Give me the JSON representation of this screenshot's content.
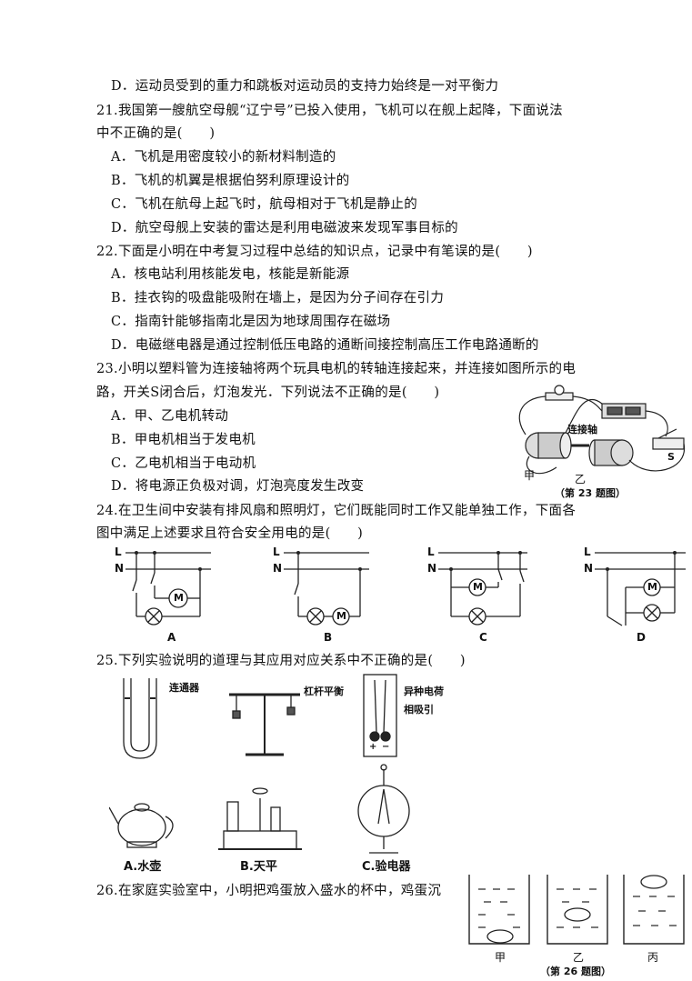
{
  "lines": [
    {
      "id": "l1",
      "cls": "opt",
      "text": "D．运动员受到的重力和跳板对运动员的支持力始终是一对平衡力"
    },
    {
      "id": "l2",
      "cls": "q",
      "text": "21.我国第一艘航空母舰“辽宁号”已投入使用，飞机可以在舰上起降，下面说法"
    },
    {
      "id": "l3",
      "cls": "cont",
      "text": "中不正确的是(　　)"
    },
    {
      "id": "l4",
      "cls": "opt",
      "text": "A．飞机是用密度较小的新材料制造的"
    },
    {
      "id": "l5",
      "cls": "opt",
      "text": "B．飞机的机翼是根据伯努利原理设计的"
    },
    {
      "id": "l6",
      "cls": "opt",
      "text": "C．飞机在航母上起飞时，航母相对于飞机是静止的"
    },
    {
      "id": "l7",
      "cls": "opt",
      "text": "D．航空母舰上安装的雷达是利用电磁波来发现军事目标的"
    },
    {
      "id": "l8",
      "cls": "q",
      "text": "22.下面是小明在中考复习过程中总结的知识点，记录中有笔误的是(　　)"
    },
    {
      "id": "l9",
      "cls": "opt",
      "text": "A．核电站利用核能发电，核能是新能源"
    },
    {
      "id": "l10",
      "cls": "opt",
      "text": "B．挂衣钩的吸盘能吸附在墙上，是因为分子间存在引力"
    },
    {
      "id": "l11",
      "cls": "opt",
      "text": "C．指南针能够指南北是因为地球周围存在磁场"
    },
    {
      "id": "l12",
      "cls": "opt",
      "text": "D．电磁继电器是通过控制低压电路的通断间接控制高压工作电路通断的"
    },
    {
      "id": "l13",
      "cls": "q",
      "text": "23.小明以塑料管为连接轴将两个玩具电机的转轴连接起来，并连接如图所示的电"
    },
    {
      "id": "l14",
      "cls": "cont",
      "text": "路，开关S闭合后，灯泡发光．下列说法不正确的是(　　)"
    },
    {
      "id": "l15",
      "cls": "opt",
      "text": "A．甲、乙电机转动"
    },
    {
      "id": "l16",
      "cls": "opt",
      "text": "B．甲电机相当于发电机"
    },
    {
      "id": "l17",
      "cls": "opt",
      "text": "C．乙电机相当于电动机"
    },
    {
      "id": "l18",
      "cls": "opt",
      "text": "D．将电源正负极对调，灯泡亮度发生改变"
    },
    {
      "id": "l19",
      "cls": "q",
      "text": "24.在卫生间中安装有排风扇和照明灯，它们既能同时工作又能单独工作，下面各"
    },
    {
      "id": "l20",
      "cls": "cont",
      "text": "图中满足上述要求且符合安全用电的是(　　)"
    },
    {
      "id": "l21",
      "cls": "q",
      "text": "25.下列实验说明的道理与其应用对应关系中不正确的是(　　)"
    },
    {
      "id": "l22",
      "cls": "q",
      "text": "26.在家庭实验室中，小明把鸡蛋放入盛水的杯中，鸡蛋沉"
    }
  ],
  "fig23": {
    "lianjiezhou": "连接轴",
    "jia": "甲",
    "yi": "乙",
    "s": "S",
    "caption": "（第 23 题图）"
  },
  "fig24": {
    "L": "L",
    "N": "N",
    "M": "M",
    "A": "A",
    "B": "B",
    "C": "C",
    "D": "D"
  },
  "fig25": {
    "liantongqi": "连通器",
    "ganggan": "杠杆平衡",
    "yizhong1": "异种电荷",
    "yizhong2": "相吸引",
    "shuihu": "A.水壶",
    "tianping": "B.天平",
    "yandianqi": "C.验电器",
    "plus": "+",
    "minus": "−"
  },
  "fig26": {
    "jia": "甲",
    "yi": "乙",
    "bing": "丙",
    "caption": "（第 26 题图）"
  }
}
